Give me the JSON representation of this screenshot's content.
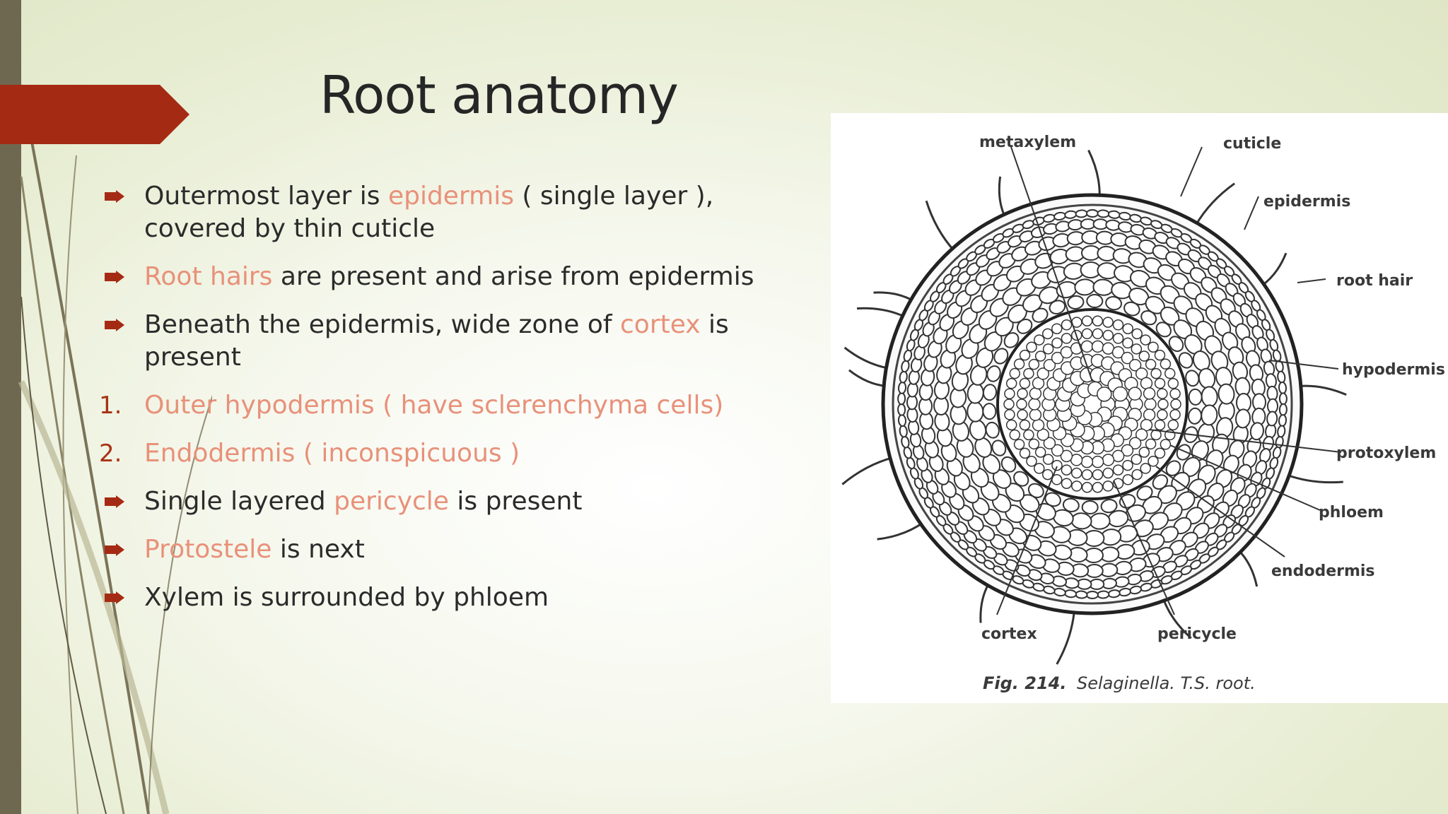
{
  "slide": {
    "title": "Root anatomy",
    "bullets": [
      {
        "type": "arrow",
        "parts": [
          {
            "text": "Outermost layer is ",
            "hl": false
          },
          {
            "text": "epidermis",
            "hl": true
          },
          {
            "text": " ( single layer ), covered by thin cuticle",
            "hl": false
          }
        ]
      },
      {
        "type": "arrow",
        "parts": [
          {
            "text": "Root hairs",
            "hl": true
          },
          {
            "text": " are present and arise from epidermis",
            "hl": false
          }
        ]
      },
      {
        "type": "arrow",
        "parts": [
          {
            "text": "Beneath the epidermis, wide zone of ",
            "hl": false
          },
          {
            "text": "cortex",
            "hl": true
          },
          {
            "text": " is present",
            "hl": false
          }
        ]
      },
      {
        "type": "number",
        "number": "1.",
        "parts": [
          {
            "text": "Outer hypodermis ( have sclerenchyma cells)",
            "hl": true
          }
        ]
      },
      {
        "type": "number",
        "number": "2.",
        "parts": [
          {
            "text": "Endodermis  ( inconspicuous )",
            "hl": true
          }
        ]
      },
      {
        "type": "arrow",
        "parts": [
          {
            "text": "Single layered ",
            "hl": false
          },
          {
            "text": "pericycle",
            "hl": true
          },
          {
            "text": " is present",
            "hl": false
          }
        ]
      },
      {
        "type": "arrow",
        "parts": [
          {
            "text": "Protostele",
            "hl": true
          },
          {
            "text": " is next",
            "hl": false
          }
        ]
      },
      {
        "type": "arrow",
        "parts": [
          {
            "text": "Xylem is surrounded by phloem",
            "hl": false
          }
        ]
      }
    ]
  },
  "figure": {
    "labels": {
      "metaxylem": "metaxylem",
      "cuticle": "cuticle",
      "epidermis": "epidermis",
      "root_hair": "root hair",
      "hypodermis": "hypodermis",
      "protoxylem": "protoxylem",
      "phloem": "phloem",
      "endodermis": "endodermis",
      "cortex": "cortex",
      "pericycle": "pericycle"
    },
    "caption_fig": "Fig. 214.",
    "caption_text": "Selaginella. T.S. root."
  },
  "colors": {
    "accent": "#a52a14",
    "highlight": "#e8917a",
    "number": "#a83214",
    "sidebar": "#6f6851"
  },
  "icons": {
    "bullet": "arrow-bullet-icon"
  }
}
